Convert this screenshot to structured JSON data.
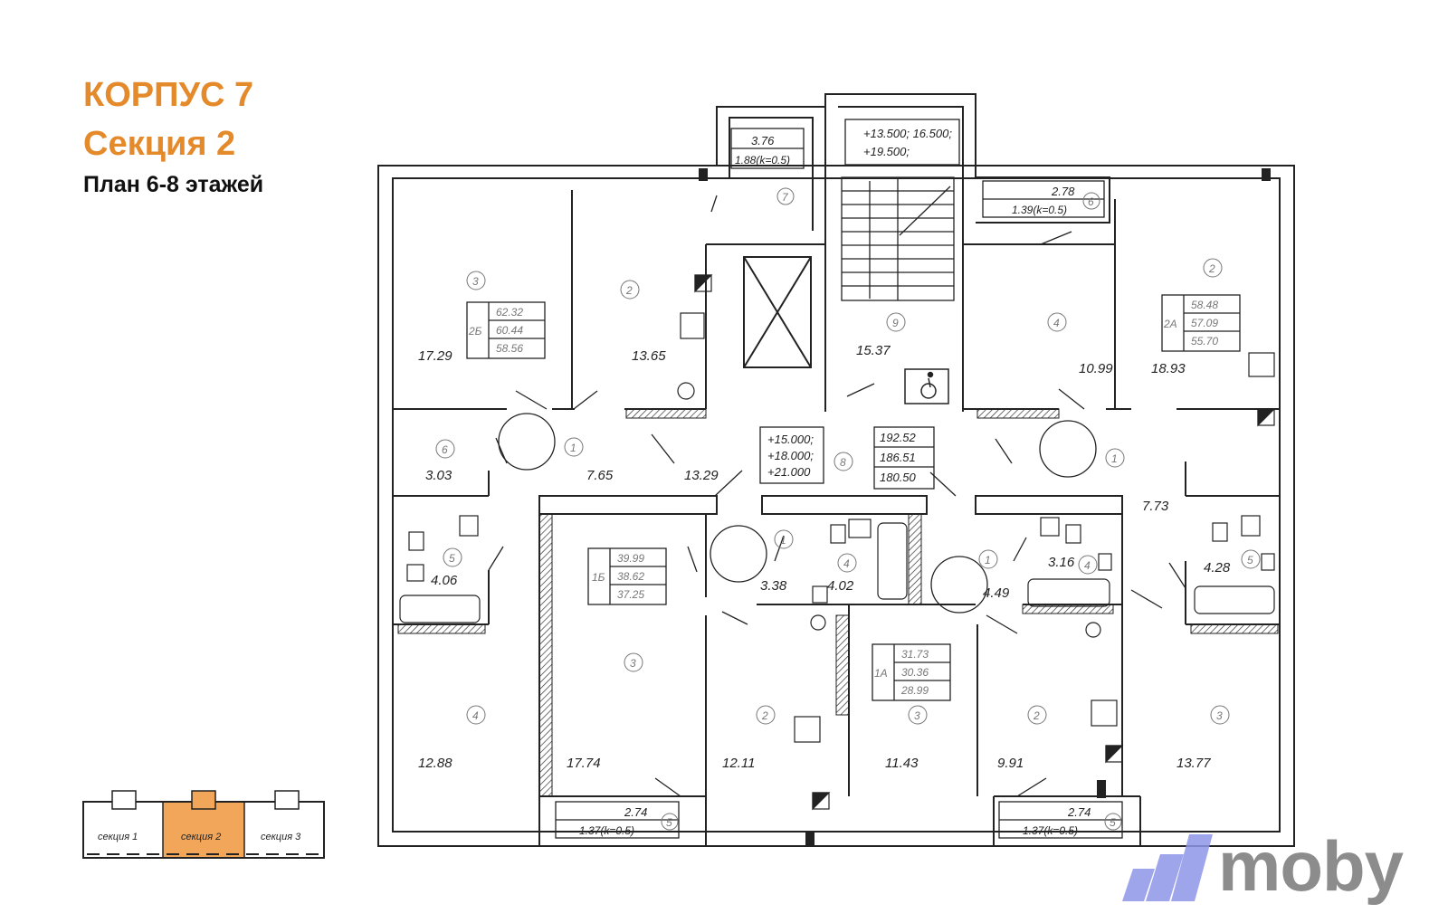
{
  "header": {
    "building": "КОРПУС 7",
    "section": "Секция 2",
    "plan": "План 6-8 этажей"
  },
  "elevations": {
    "stair": [
      "+13.500; 16.500;",
      "+19.500;"
    ],
    "lobby": [
      "+15.000;",
      "+18.000;",
      "+21.000"
    ]
  },
  "storage_top": {
    "area": "3.76",
    "area_k": "1.88(k=0.5)",
    "num": "7"
  },
  "balcony_top_right": {
    "area": "2.78",
    "area_k": "1.39(k=0.5)",
    "num": "6"
  },
  "stair_room": {
    "area": "15.37",
    "num": "9"
  },
  "common": {
    "areas": [
      "192.52",
      "186.51",
      "180.50"
    ],
    "num": "8"
  },
  "apartments": [
    {
      "type": "2Б",
      "areas": [
        "62.32",
        "60.44",
        "58.56"
      ]
    },
    {
      "type": "2А",
      "areas": [
        "58.48",
        "57.09",
        "55.70"
      ]
    },
    {
      "type": "1Б",
      "areas": [
        "39.99",
        "38.62",
        "37.25"
      ]
    },
    {
      "type": "1А",
      "areas": [
        "31.73",
        "30.36",
        "28.99"
      ]
    }
  ],
  "rooms": [
    {
      "area": "17.29",
      "num": "3"
    },
    {
      "area": "13.65",
      "num": "2"
    },
    {
      "area": "10.99",
      "num": "4"
    },
    {
      "area": "18.93",
      "num": "2"
    },
    {
      "area": "3.03",
      "num": "6"
    },
    {
      "area": "7.65",
      "num": "1"
    },
    {
      "area": "13.29",
      "num": ""
    },
    {
      "area": "7.73",
      "num": "1"
    },
    {
      "area": "4.06",
      "num": "5"
    },
    {
      "area": "3.38",
      "num": "1"
    },
    {
      "area": "4.02",
      "num": "4"
    },
    {
      "area": "4.49",
      "num": "1"
    },
    {
      "area": "3.16",
      "num": "4"
    },
    {
      "area": "4.28",
      "num": "5"
    },
    {
      "area": "12.88",
      "num": "4"
    },
    {
      "area": "17.74",
      "num": "3"
    },
    {
      "area": "12.11",
      "num": "2"
    },
    {
      "area": "11.43",
      "num": "3"
    },
    {
      "area": "9.91",
      "num": "2"
    },
    {
      "area": "13.77",
      "num": "3"
    }
  ],
  "balconies_bottom": [
    {
      "area": "2.74",
      "area_k": "1.37(k=0.5)",
      "num": "5"
    },
    {
      "area": "2.74",
      "area_k": "1.37(k=0.5)",
      "num": "5"
    }
  ],
  "key_plan": {
    "sections": [
      "секция 1",
      "секция 2",
      "секция 3"
    ],
    "active_index": 1,
    "active_color": "#f2a65a"
  },
  "logo": {
    "text": "moby",
    "mark_color": "#8e96e8",
    "text_color": "#8c8c8c"
  },
  "colors": {
    "title": "#e58a2b",
    "walls": "#222222"
  }
}
